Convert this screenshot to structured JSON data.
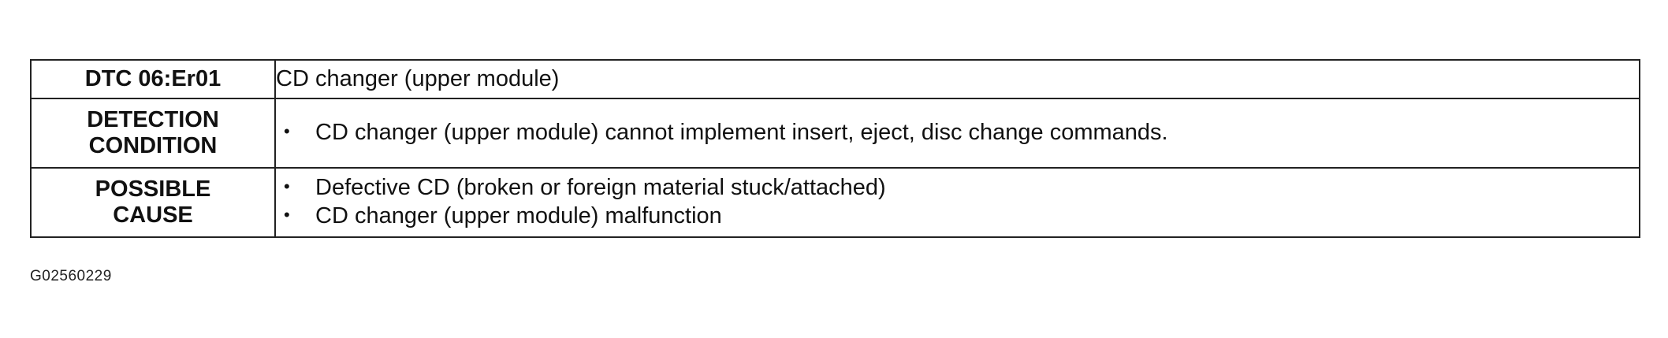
{
  "table": {
    "rows": [
      {
        "label_lines": [
          "DTC 06:Er01"
        ],
        "value": "CD changer (upper module)"
      },
      {
        "label_lines": [
          "DETECTION",
          "CONDITION"
        ],
        "bullets": [
          "CD changer (upper module) cannot implement insert, eject, disc change commands."
        ]
      },
      {
        "label_lines": [
          "POSSIBLE",
          "CAUSE"
        ],
        "bullets": [
          "Defective CD (broken or foreign material stuck/attached)",
          "CD changer (upper module) malfunction"
        ]
      }
    ],
    "bullet_glyph": "•"
  },
  "figure_code": "G02560229"
}
